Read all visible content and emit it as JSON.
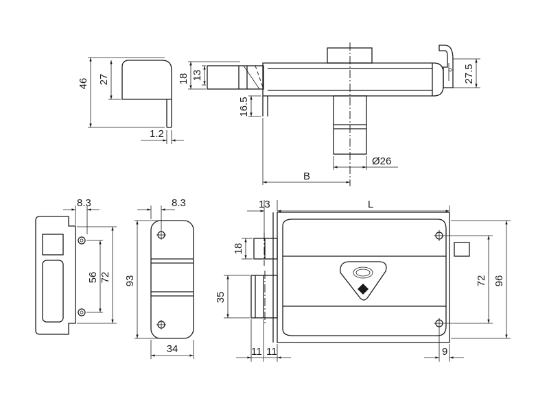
{
  "dimensions": {
    "d46": "46",
    "d27": "27",
    "d1_2": "1.2",
    "d18_top": "18",
    "d13_top": "13",
    "d16_5": "16.5",
    "d27_5": "27.5",
    "dB": "B",
    "d26": "Ø26",
    "d8_3_a": "8.3",
    "d56": "56",
    "d72_left": "72",
    "d8_3_b": "8.3",
    "d93": "93",
    "d34": "34",
    "d13_front": "13",
    "dL": "L",
    "d18_front": "18",
    "d35": "35",
    "d11_a": "11",
    "d11_b": "11",
    "d72_right": "72",
    "d96": "96",
    "d9": "9"
  }
}
